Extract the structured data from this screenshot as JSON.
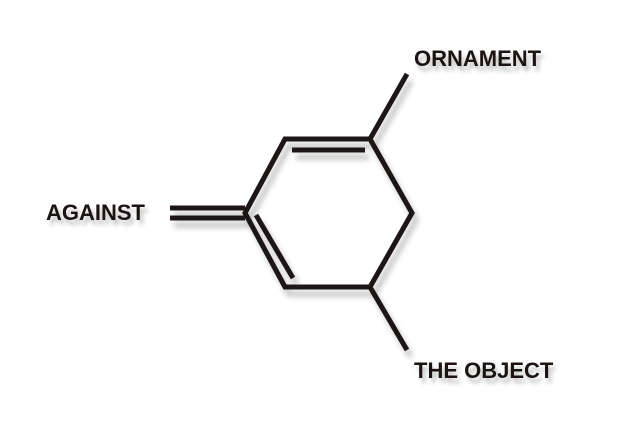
{
  "labels": {
    "top": "ORNAMENT",
    "left": "AGAINST",
    "bottom": "THE OBJECT"
  },
  "colors": {
    "ink": "#1c1412",
    "background": "#ffffff"
  }
}
